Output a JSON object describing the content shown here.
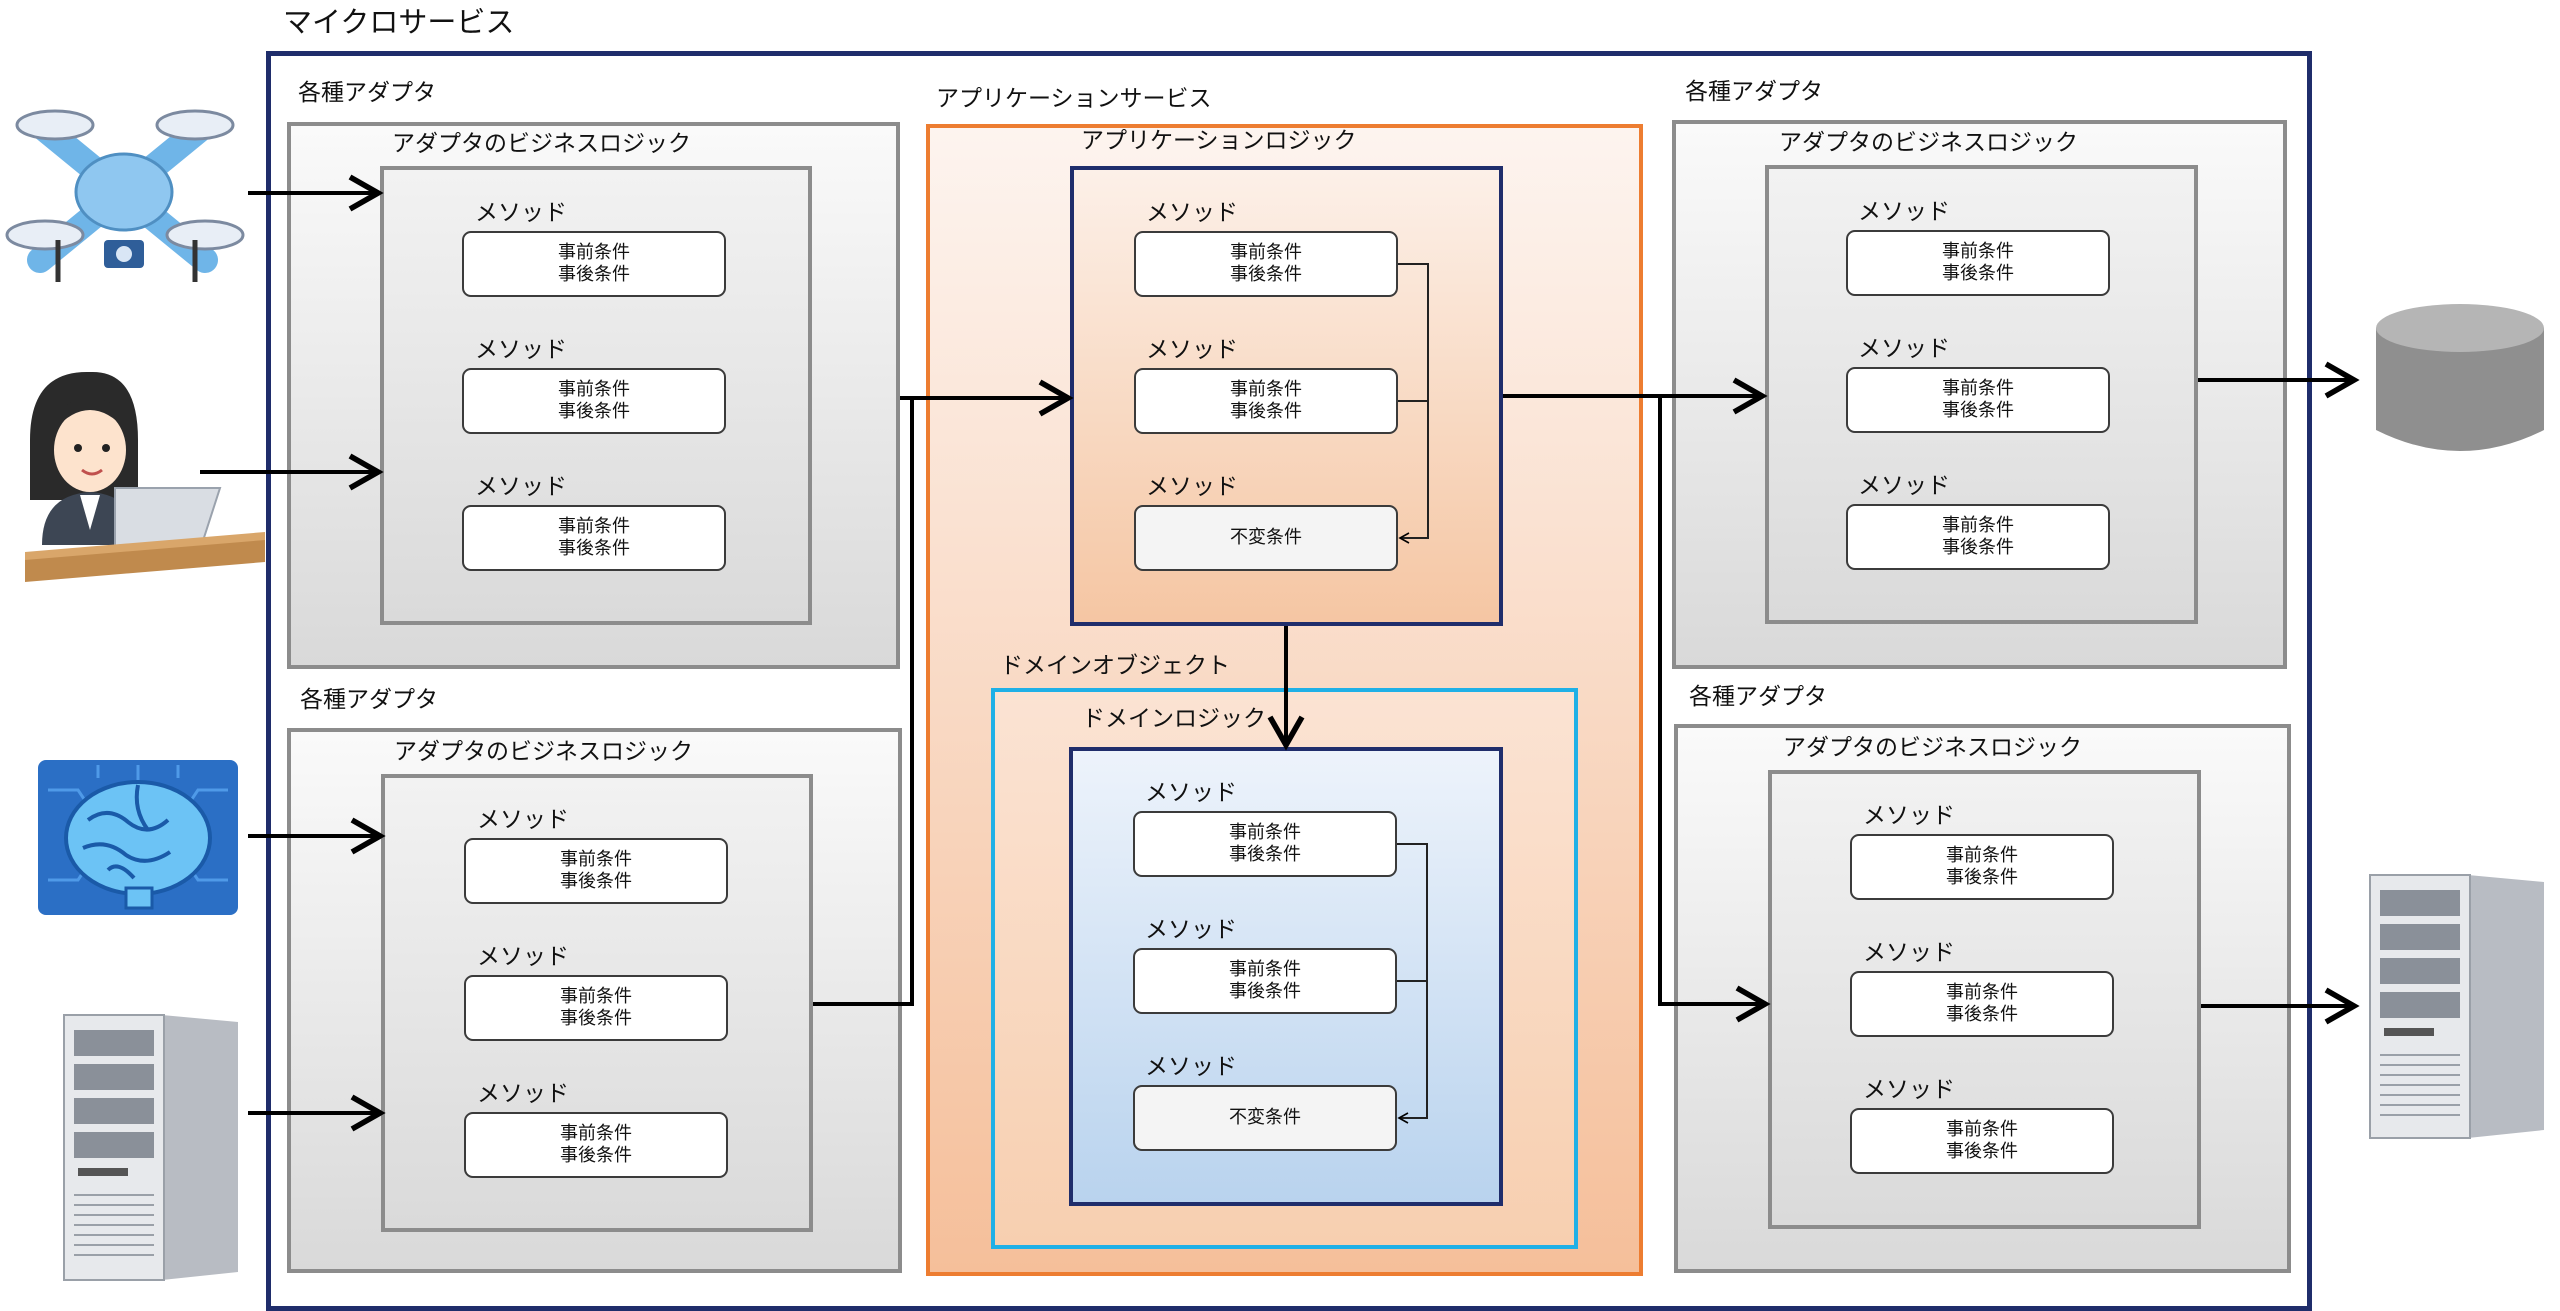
{
  "title": "マイクロサービス",
  "adapter_label": "各種アダプタ",
  "adapter_logic_label": "アダプタのビジネスロジック",
  "method_label": "メソッド",
  "precondition": "事前条件",
  "postcondition": "事後条件",
  "invariant": "不変条件",
  "app_service_label": "アプリケーションサービス",
  "app_logic_label": "アプリケーションロジック",
  "domain_object_label": "ドメインオブジェクト",
  "domain_logic_label": "ドメインロジック",
  "icons": [
    "drone-icon",
    "laptop-user-icon",
    "ai-brain-icon",
    "server-icon",
    "database-icon",
    "server-icon"
  ],
  "colors": {
    "navy": "#1f2d6b",
    "orange": "#ed7d31",
    "cyan": "#1fb0e6",
    "gray": "#8c8c8c"
  }
}
